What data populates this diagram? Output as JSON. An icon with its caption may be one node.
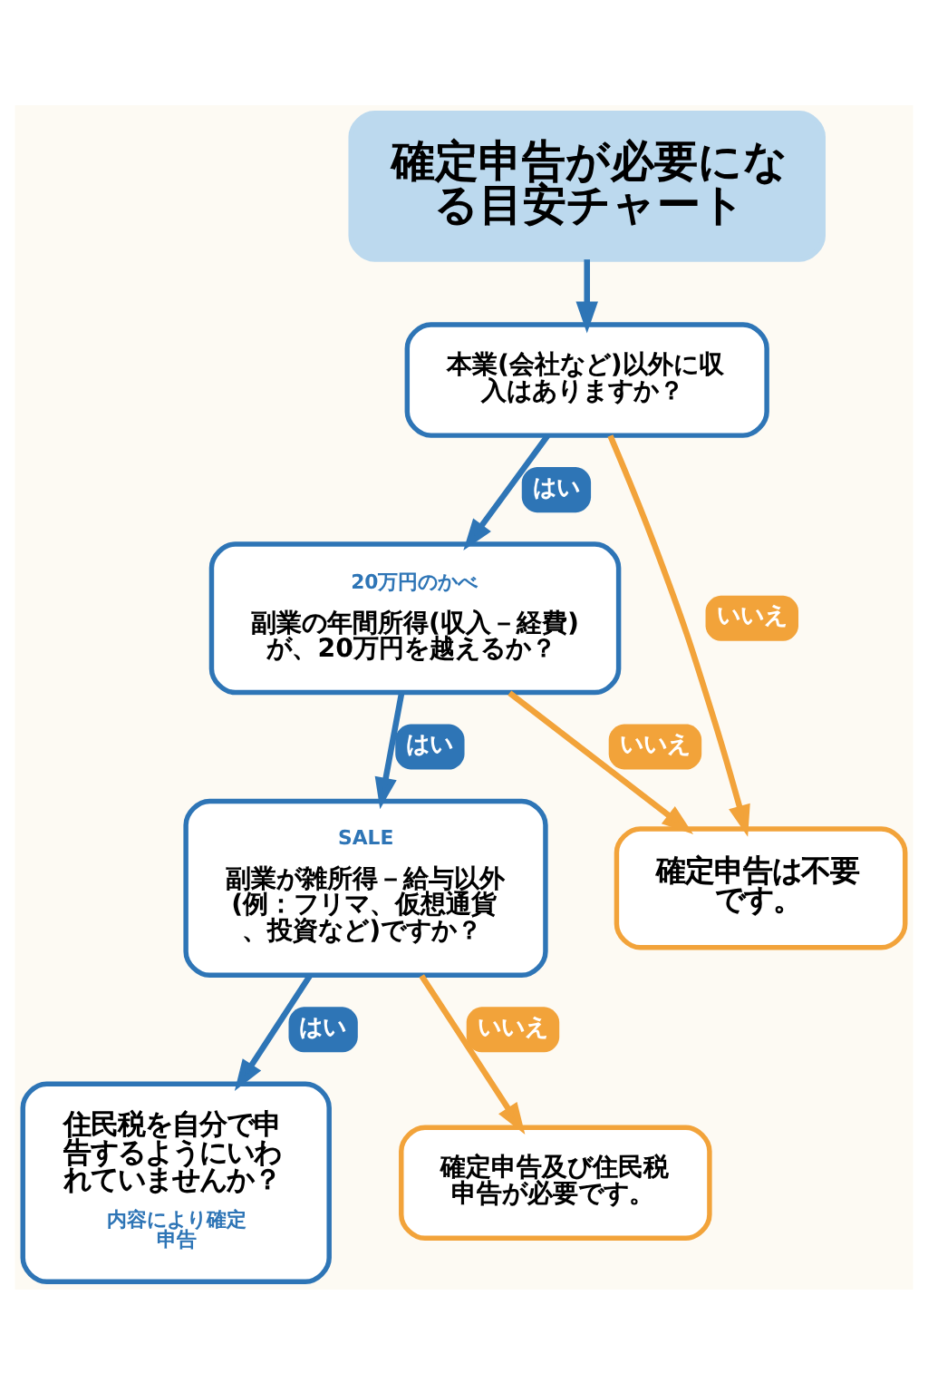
{
  "diagram": {
    "nodes": [
      {
        "text": [
          "確定申告が必要になる目安チャート"
        ]
      },
      {
        "text": [
          "本業(会社など)以外に収入はありますか？"
        ]
      },
      {
        "text": [
          "20万円のかべ",
          "副業の年間所得(収入－経費)が、20万円を越えるか？"
        ]
      },
      {
        "text": [
          "SALE",
          "副業が雑所得－給与以外(例：フリマ、仮想通貨、投資など)ですか？"
        ]
      },
      {
        "text": [
          "住民税を自分で申告するようにいわれていませんか？",
          "内容により確定申告"
        ]
      },
      {
        "text": [
          "確定申告は不要です。"
        ]
      },
      {
        "text": [
          "確定申告及び住民税申告が必要です。"
        ]
      }
    ],
    "edges": [
      {
        "from": 0,
        "to": 1,
        "arrow": "to"
      },
      {
        "from": 1,
        "to": 2,
        "label": "はい",
        "arrow": "to"
      },
      {
        "from": 1,
        "to": 5,
        "label": "いいえ",
        "arrow": "to",
        "color": "#f2a33a"
      },
      {
        "from": 2,
        "to": 3,
        "label": "はい",
        "arrow": "to"
      },
      {
        "from": 2,
        "to": 5,
        "label": "いいえ",
        "arrow": "to",
        "color": "#f2a33a"
      },
      {
        "from": 3,
        "to": 4,
        "label": "はい",
        "arrow": "to"
      },
      {
        "from": 3,
        "to": 6,
        "label": "いいえ",
        "arrow": "to",
        "color": "#f2a33a"
      }
    ]
  }
}
